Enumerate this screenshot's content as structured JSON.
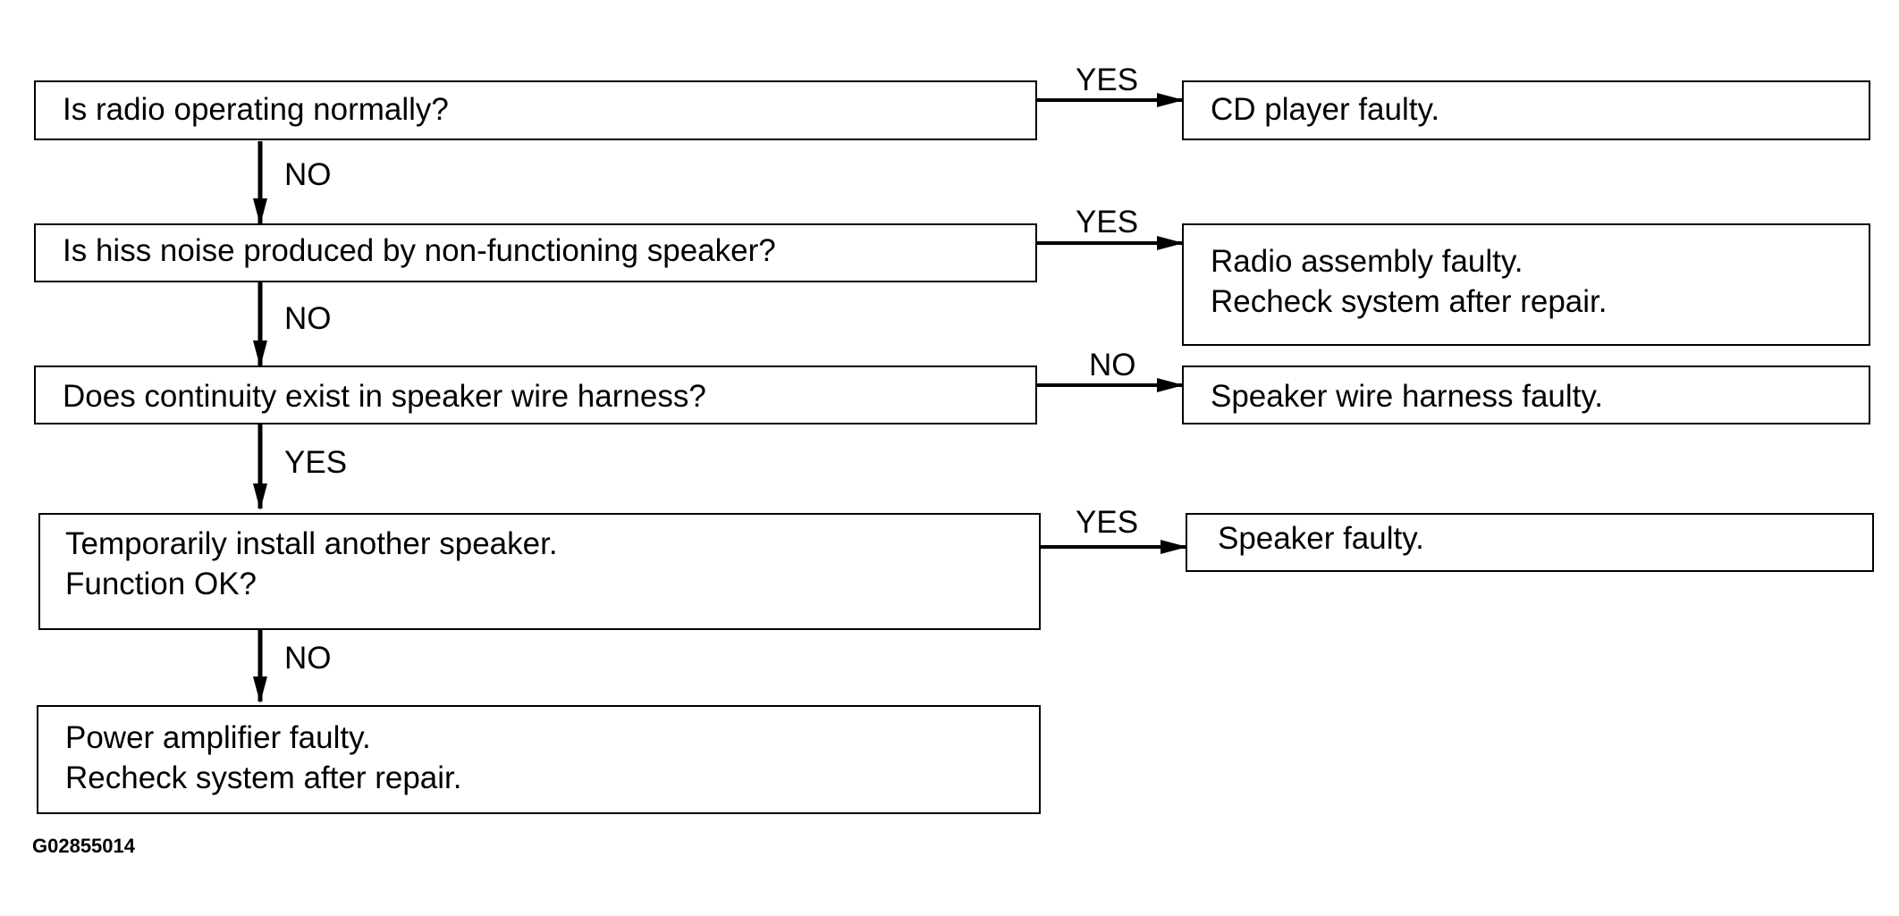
{
  "steps": [
    {
      "question": [
        "Is radio operating normally?"
      ],
      "branch_label": "YES",
      "result": [
        "CD player faulty."
      ],
      "down_label": "NO"
    },
    {
      "question": [
        "Is hiss noise produced by non-functioning speaker?"
      ],
      "branch_label": "YES",
      "result": [
        "Radio assembly faulty.",
        "Recheck system after repair."
      ],
      "down_label": "NO"
    },
    {
      "question": [
        "Does continuity exist in speaker wire harness?"
      ],
      "branch_label": "NO",
      "result": [
        "Speaker wire harness faulty."
      ],
      "down_label": "YES"
    },
    {
      "question": [
        "Temporarily install another speaker.",
        "Function OK?"
      ],
      "branch_label": "YES",
      "result": [
        "Speaker faulty."
      ],
      "down_label": "NO"
    }
  ],
  "final_result": [
    "Power amplifier faulty.",
    "Recheck system after repair."
  ],
  "figure_id": "G02855014"
}
